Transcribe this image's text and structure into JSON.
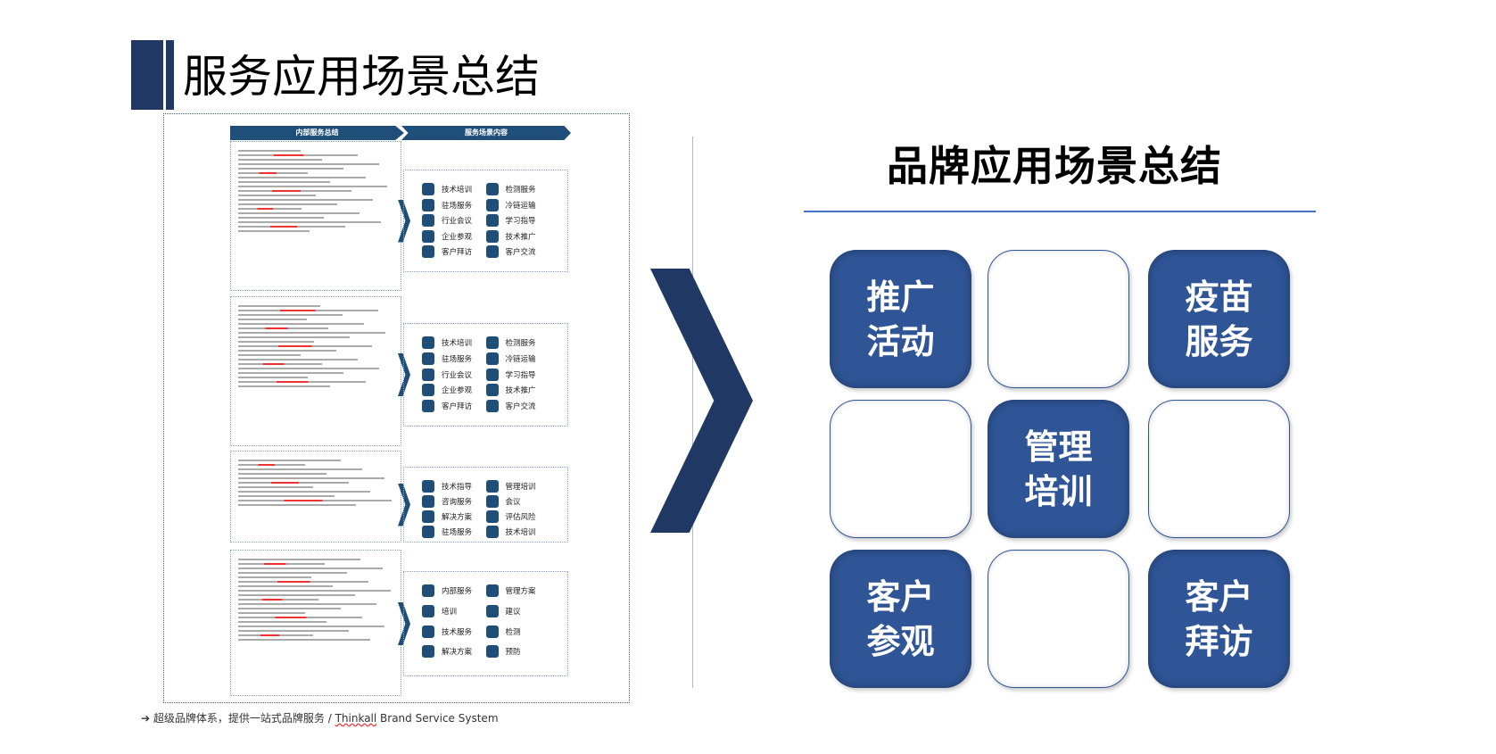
{
  "header": {
    "title": "服务应用场景总结"
  },
  "doc": {
    "col_headers": [
      "内部服务总结",
      "服务场景内容"
    ],
    "groups": [
      {
        "items": [
          "技术培训",
          "检测服务",
          "驻场服务",
          "冷链运输",
          "行业会议",
          "学习指导",
          "企业参观",
          "技术推广",
          "客户拜访",
          "客户交流"
        ]
      },
      {
        "items": [
          "技术培训",
          "检测服务",
          "驻场服务",
          "冷链运输",
          "行业会议",
          "学习指导",
          "企业参观",
          "技术推广",
          "客户拜访",
          "客户交流"
        ]
      },
      {
        "items": [
          "技术指导",
          "管理培训",
          "咨询服务",
          "会议",
          "解决方案",
          "评估风险",
          "驻场服务",
          "技术培训"
        ]
      },
      {
        "items": [
          "内部服务",
          "管理方案",
          "培训",
          "建议",
          "技术服务",
          "检测",
          "解决方案",
          "预防"
        ]
      }
    ]
  },
  "right": {
    "title": "品牌应用场景总结",
    "tiles": [
      {
        "l1": "推广",
        "l2": "活动"
      },
      {
        "l1": "",
        "l2": ""
      },
      {
        "l1": "疫苗",
        "l2": "服务"
      },
      {
        "l1": "",
        "l2": ""
      },
      {
        "l1": "管理",
        "l2": "培训"
      },
      {
        "l1": "",
        "l2": ""
      },
      {
        "l1": "客户",
        "l2": "参观"
      },
      {
        "l1": "",
        "l2": ""
      },
      {
        "l1": "客户",
        "l2": "拜访"
      }
    ]
  },
  "footer": {
    "arrow": "➔",
    "text": "超级品牌体系，提供一站式品牌服务 / ",
    "brand": "Thinkall",
    "rest": " Brand Service System"
  }
}
